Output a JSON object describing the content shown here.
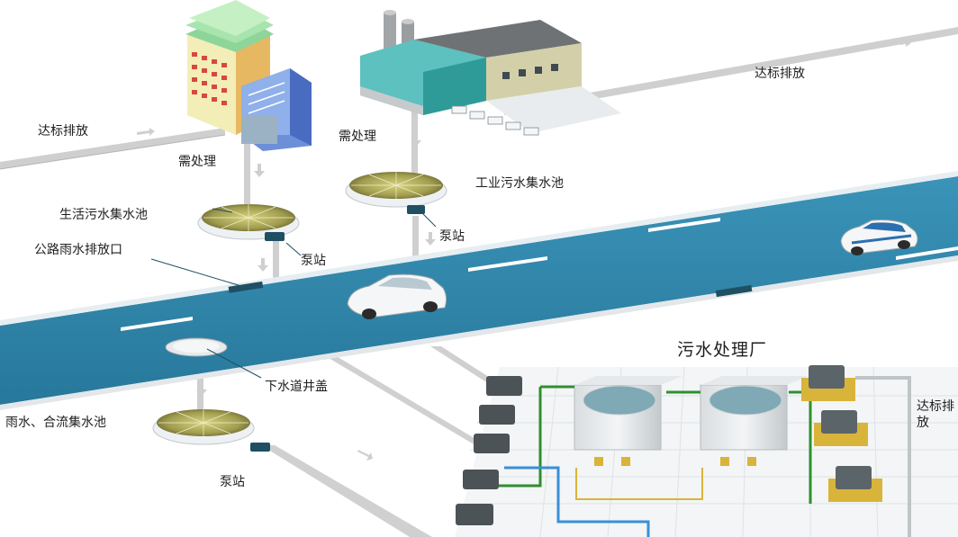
{
  "labels": {
    "discharge_top_left": "达标排放",
    "discharge_top_right": "达标排放",
    "discharge_right": "达标排放",
    "needs_treatment_left": "需处理",
    "needs_treatment_mid": "需处理",
    "domestic_tank": "生活污水集水池",
    "industrial_tank": "工业污水集水池",
    "pump_left": "泵站",
    "pump_mid": "泵站",
    "pump_bottom": "泵站",
    "road_outlet": "公路雨水排放口",
    "manhole": "下水道井盖",
    "storm_tank": "雨水、合流集水池",
    "plant_title": "污水处理厂"
  },
  "colors": {
    "road": "#2e84a8",
    "road_stripe": "#ffffff",
    "pipe": "#c9c9c9",
    "tank_rim": "#e8ecef",
    "tank_fill": "#a7a35a",
    "arrow": "#cfcfcf",
    "pipe_green": "#2f8f2f",
    "pipe_blue": "#3a8fd6",
    "pipe_yellow": "#d9b43a"
  },
  "icons": [
    "residential-building-icon",
    "factory-icon",
    "car-icon",
    "pump-station-icon",
    "manhole-cover-icon",
    "settling-tank-icon",
    "treatment-plant-icon"
  ]
}
